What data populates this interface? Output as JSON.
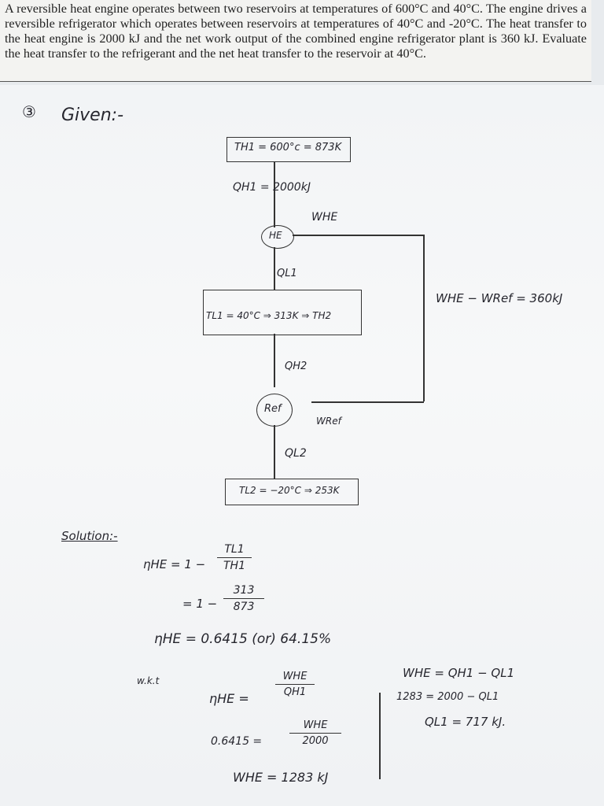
{
  "problem": {
    "text": "A reversible heat engine operates between two reservoirs at temperatures of 600°C and 40°C. The engine drives a reversible refrigerator which operates between reservoirs at temperatures of 40°C and -20°C. The heat transfer to the heat engine is 2000 kJ and the net work output of the combined engine refrigerator plant is 360 kJ. Evaluate the heat transfer to the refrigerant and the net heat transfer to the reservoir at 40°C."
  },
  "notes": {
    "number": "③",
    "given": "Given:-",
    "th1": "TH1 = 600°c = 873K",
    "qh1": "QH1 = 2000kJ",
    "whe_label": "WHE",
    "he": "HE",
    "ql1": "QL1",
    "tl1": "TL1 = 40°C ⇒ 313K ⇒ TH2",
    "net_work": "WHE − WRef = 360kJ",
    "qh2": "QH2",
    "ref": "Ref",
    "wref": "WRef",
    "ql2": "QL2",
    "tl2": "TL2 = −20°C ⇒ 253K",
    "solution": "Solution:-",
    "eta_lhs": "ηHE = 1 −",
    "eta_num": "TL1",
    "eta_den": "TH1",
    "step2_lhs": "= 1 −",
    "step2_num": "313",
    "step2_den": "873",
    "eta_result": "ηHE = 0.6415 (or) 64.15%",
    "wkt": "w.k.t",
    "eta2_lhs": "ηHE =",
    "eta2_num": "WHE",
    "eta2_den": "QH1",
    "eta3_lhs": "0.6415 =",
    "eta3_num": "WHE",
    "eta3_den": "2000",
    "whe_result": "WHE = 1283 kJ",
    "r1": "WHE = QH1 − QL1",
    "r2": "1283 = 2000 − QL1",
    "r3": "QL1 = 717 kJ."
  }
}
